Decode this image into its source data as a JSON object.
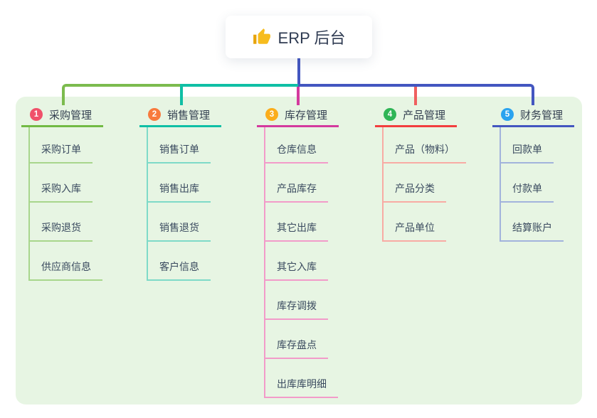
{
  "root_node": {
    "icon": "thumbs-up-icon",
    "title": "ERP 后台"
  },
  "colors": {
    "page_bg": "#ffffff",
    "panel_bg": "#e7f5e3",
    "root_text": "#2f3b52",
    "node_text": "#3a4a5f",
    "root_connector": "#4356c0",
    "connector_segment_left": "#7cbb4e",
    "connector_segment_middle": "#0fbfa5",
    "connector_segment_right": "#4356c0"
  },
  "branches": [
    {
      "badge": "1",
      "label": "采购管理",
      "badge_color": "#f0516a",
      "branch_color": "#72ba44",
      "child_color": "#a8d68c",
      "drop_color": "#7cbb4e",
      "children": [
        "采购订单",
        "采购入库",
        "采购退货",
        "供应商信息"
      ]
    },
    {
      "badge": "2",
      "label": "销售管理",
      "badge_color": "#f87a3d",
      "branch_color": "#0fbfa5",
      "child_color": "#7edac8",
      "drop_color": "#0fbfa5",
      "children": [
        "销售订单",
        "销售出库",
        "销售退货",
        "客户信息"
      ]
    },
    {
      "badge": "3",
      "label": "库存管理",
      "badge_color": "#fbad1b",
      "branch_color": "#d43a9e",
      "child_color": "#f29bc9",
      "drop_color": "#d43a9e",
      "children": [
        "仓库信息",
        "产品库存",
        "其它出库",
        "其它入库",
        "库存调拨",
        "库存盘点",
        "出库库明细"
      ]
    },
    {
      "badge": "4",
      "label": "产品管理",
      "badge_color": "#2fb556",
      "branch_color": "#f23e3e",
      "child_color": "#f8aba4",
      "drop_color": "#ef5f5f",
      "children": [
        "产品（物料）",
        "产品分类",
        "产品单位"
      ]
    },
    {
      "badge": "5",
      "label": "财务管理",
      "badge_color": "#2aa3ef",
      "branch_color": "#4356c0",
      "child_color": "#a2b3dc",
      "drop_color": "#4356c0",
      "children": [
        "回款单",
        "付款单",
        "结算账户"
      ]
    }
  ]
}
